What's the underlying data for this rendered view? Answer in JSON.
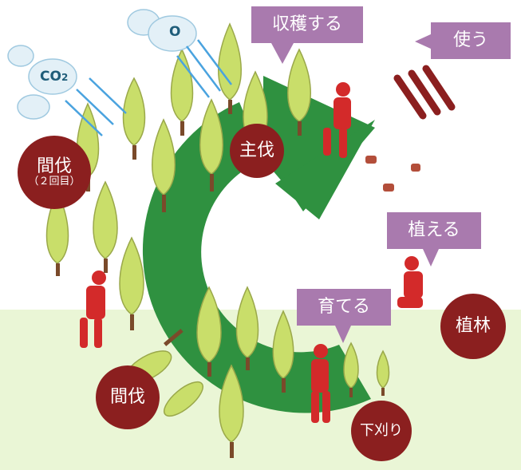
{
  "callouts": {
    "harvest": "収穫する",
    "use": "使う",
    "plant": "植える",
    "grow": "育てる"
  },
  "stages": {
    "final_cut": "主伐",
    "thinning_2": "間伐",
    "thinning_2_note": "（２回目）",
    "thinning": "間伐",
    "planting": "植林",
    "weeding": "下刈り"
  },
  "chemistry": {
    "co2_main": "CO",
    "co2_sub": "2",
    "o2": "O"
  },
  "colors": {
    "cycle_arrow": "#2f9140",
    "stage_circle": "#8b1f1f",
    "callout": "#a97aae",
    "ground": "#eaf6d6",
    "tree": "#c9de6a",
    "worker": "#d32a2a",
    "arrow": "#4aa3df"
  }
}
